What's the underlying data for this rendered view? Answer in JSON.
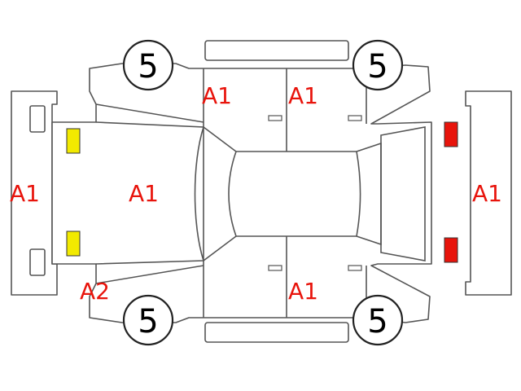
{
  "colors": {
    "damage_code": "#e8140c",
    "front_lamp": "#f2ea00",
    "rear_lamp": "#e8140c",
    "outline": "#555555"
  },
  "labels": {
    "front_bumper": "A1",
    "hood": "A1",
    "front_left_door": "A1",
    "rear_left_door": "A1",
    "front_right_fender": "A2",
    "rear_right_door": "A1",
    "rear_bumper": "A1"
  },
  "wheels": {
    "front_left": "5",
    "rear_left": "5",
    "front_right": "5",
    "rear_right": "5"
  }
}
